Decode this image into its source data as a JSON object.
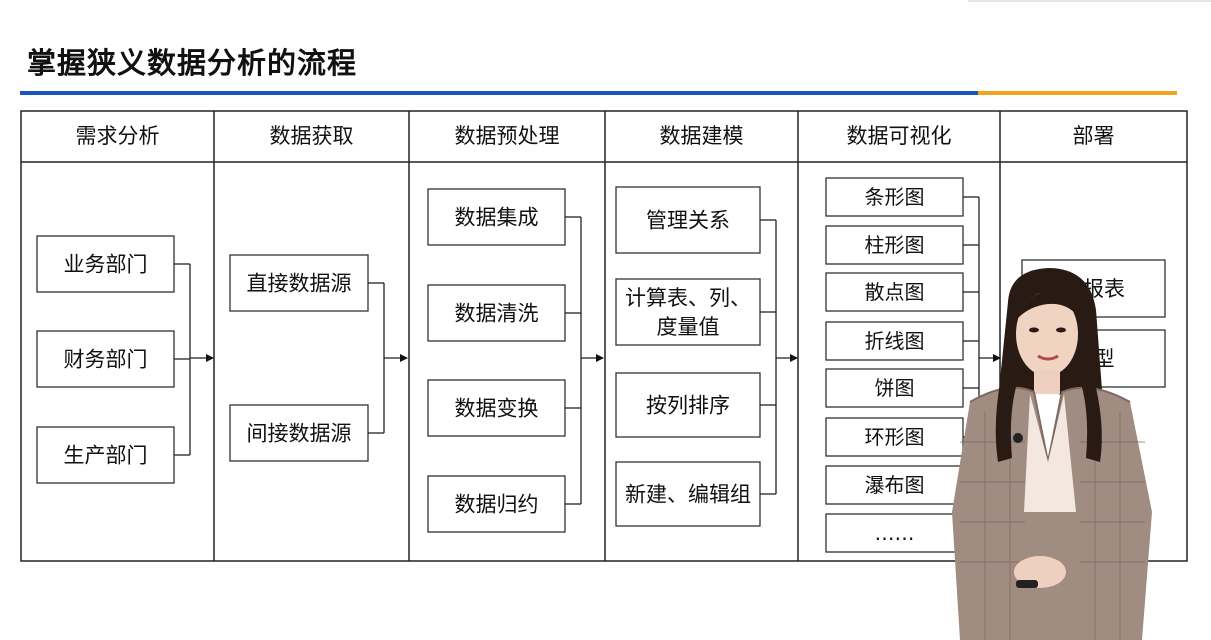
{
  "page": {
    "title": "掌握狭义数据分析的流程",
    "accent_blue": "#1a55b8",
    "accent_orange": "#f2a51a"
  },
  "flow": {
    "columns": [
      {
        "header": "需求分析",
        "items": [
          "业务部门",
          "财务部门",
          "生产部门"
        ]
      },
      {
        "header": "数据获取",
        "items": [
          "直接数据源",
          "间接数据源"
        ]
      },
      {
        "header": "数据预处理",
        "items": [
          "数据集成",
          "数据清洗",
          "数据变换",
          "数据归约"
        ]
      },
      {
        "header": "数据建模",
        "items": [
          [
            "管理关系"
          ],
          [
            "计算表、列、",
            "度量值"
          ],
          [
            "按列排序"
          ],
          [
            "新建、编辑组"
          ]
        ]
      },
      {
        "header": "数据可视化",
        "items": [
          "条形图",
          "柱形图",
          "散点图",
          "折线图",
          "饼图",
          "环形图",
          "瀑布图",
          "……"
        ]
      },
      {
        "header": "部署",
        "items": [
          "析报表",
          "模型"
        ]
      }
    ]
  },
  "presenter": {
    "icon": "presenter-figure"
  }
}
